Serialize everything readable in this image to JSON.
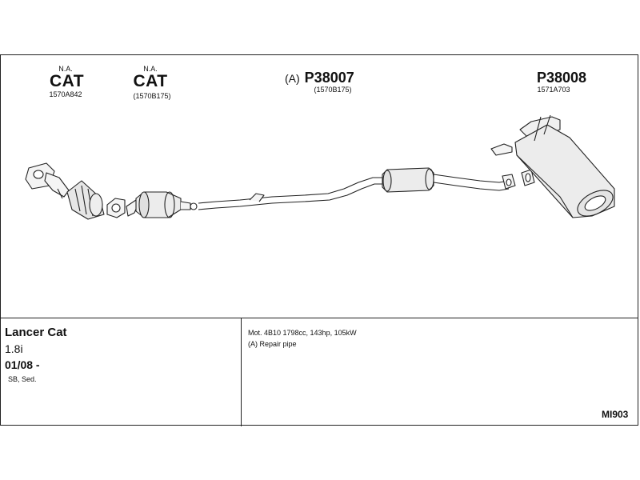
{
  "parts": {
    "cat1": {
      "tag": "N.A.",
      "name": "CAT",
      "code": "1570A842"
    },
    "cat2": {
      "tag": "N.A.",
      "name": "CAT",
      "code": "(1570B175)"
    },
    "mid": {
      "prefix": "(A)",
      "number": "P38007",
      "code": "(1570B175)"
    },
    "rear": {
      "number": "P38008",
      "code": "1571A703"
    }
  },
  "vehicle": {
    "model": "Lancer Cat",
    "engine_size": "1.8i",
    "year": "01/08 -",
    "body": "SB, Sed."
  },
  "details": {
    "engine": "Mot. 4B10 1798cc, 143hp, 105kW",
    "note": "(A) Repair pipe"
  },
  "diagram_code": "MI903"
}
